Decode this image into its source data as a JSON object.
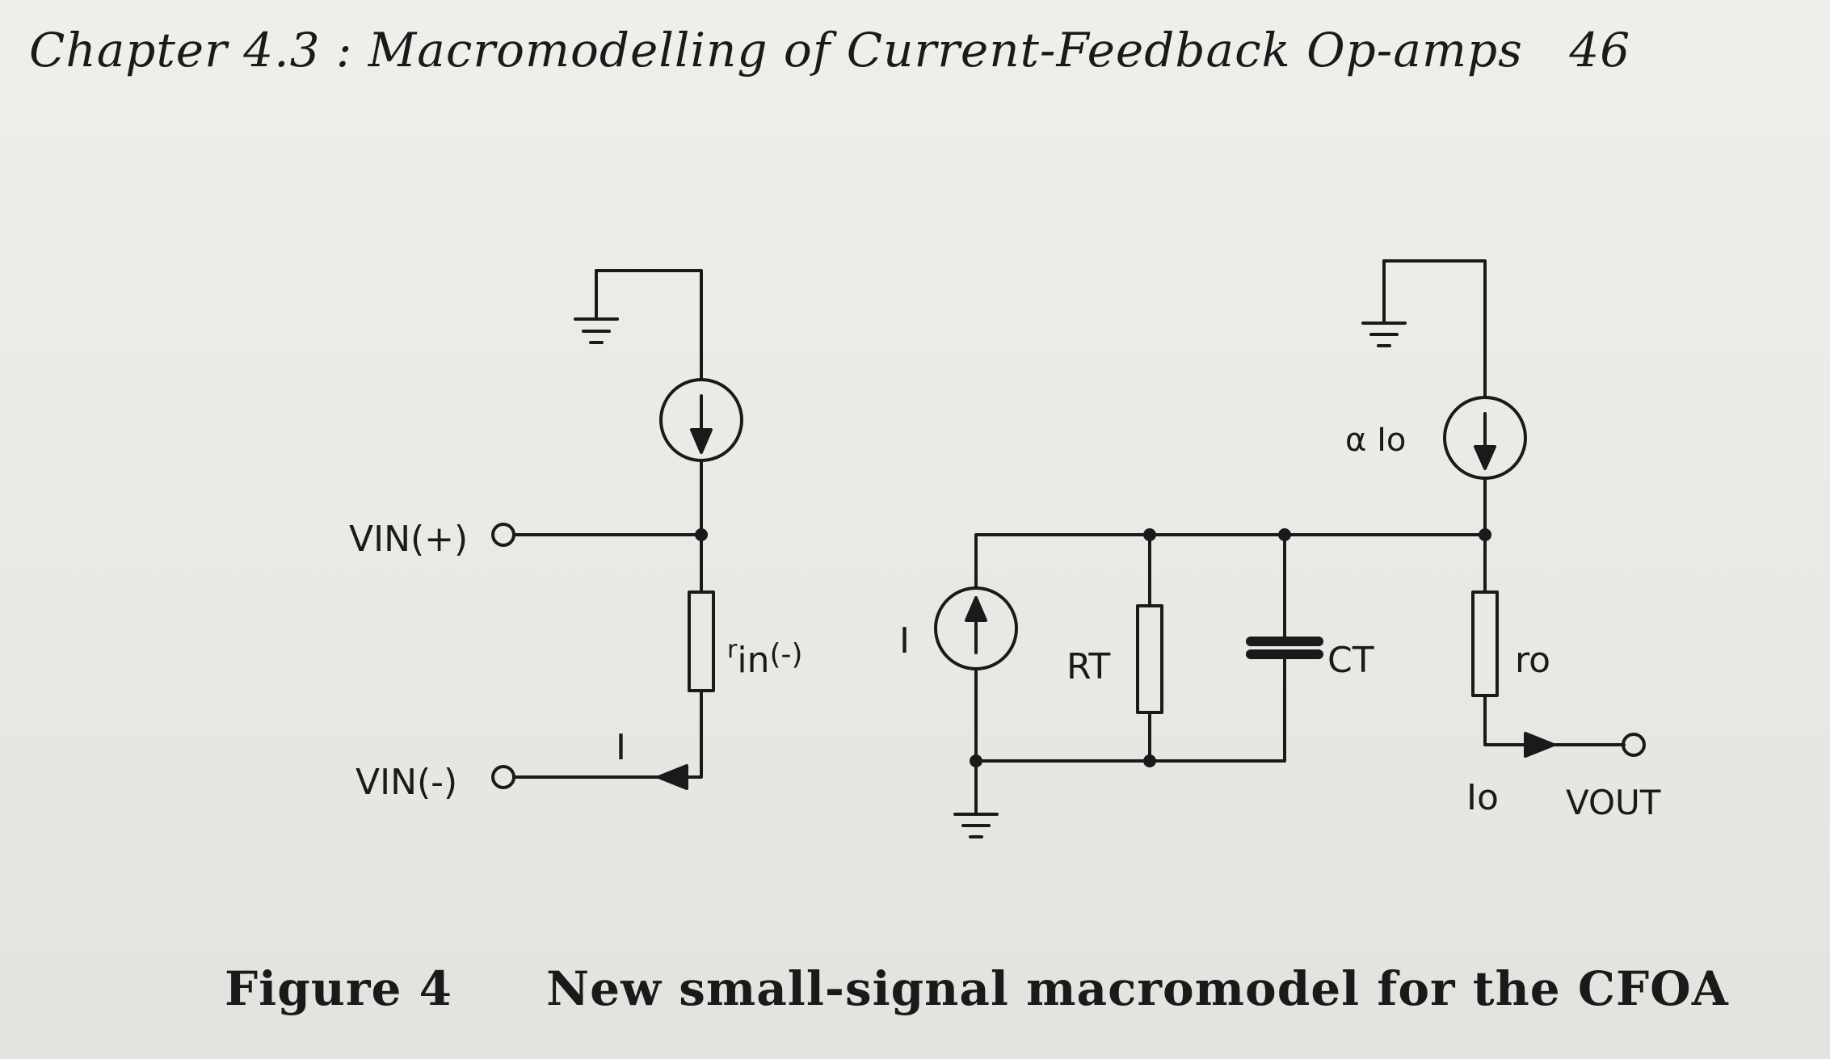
{
  "header": {
    "title": "Chapter 4.3 : Macromodelling of Current-Feedback Op-amps",
    "page_number": "46"
  },
  "diagram": {
    "labels": {
      "vin_plus": "VIN(+)",
      "vin_minus": "VIN(-)",
      "rin_symbol": "r",
      "rin_sub": "in",
      "rin_suffix": "(-)",
      "current_i_left": "I",
      "current_i_source": "I",
      "rt": "RT",
      "ct": "CT",
      "alpha_io": "α Io",
      "ro": "ro",
      "io": "Io",
      "vout": "VOUT"
    }
  },
  "caption": {
    "figure_number": "Figure 4",
    "text": "New small-signal macromodel for the CFOA"
  }
}
